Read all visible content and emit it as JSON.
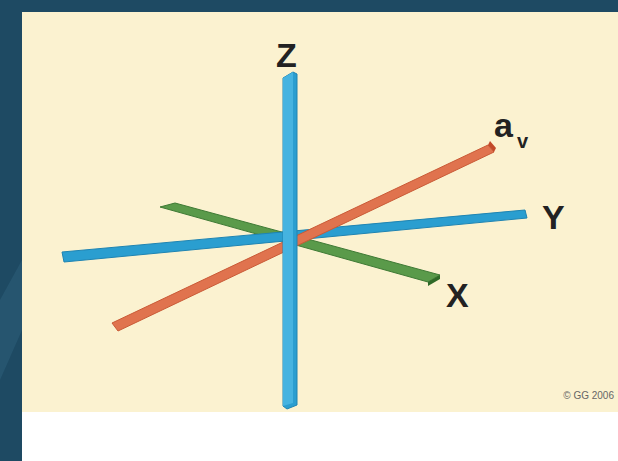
{
  "diagram": {
    "labels": [
      "Z",
      "a",
      "v",
      "Y",
      "X",
      "© GG 2006"
    ]
  }
}
